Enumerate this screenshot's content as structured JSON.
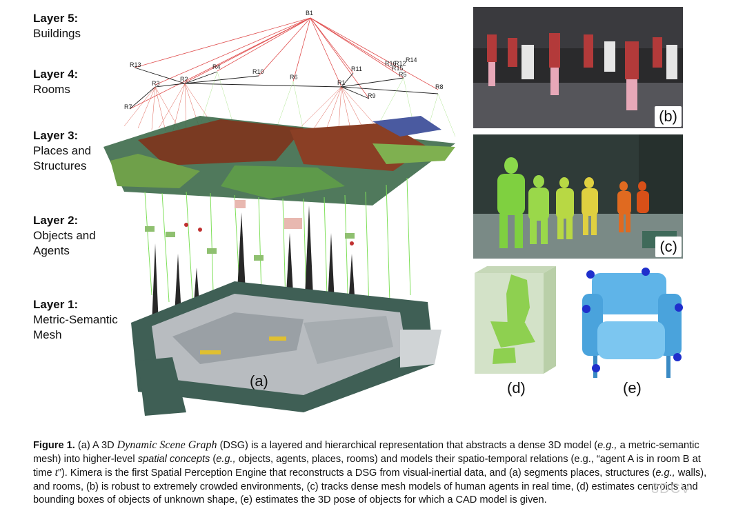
{
  "layers": [
    {
      "title": "Layer 5:",
      "subtitle": "Buildings"
    },
    {
      "title": "Layer 4:",
      "subtitle": "Rooms"
    },
    {
      "title": "Layer 3:",
      "subtitle": "Places and\nStructures"
    },
    {
      "title": "Layer 2:",
      "subtitle": "Objects and\nAgents"
    },
    {
      "title": "Layer 1:",
      "subtitle": "Metric-Semantic\nMesh"
    }
  ],
  "graph": {
    "building_node": "B1",
    "room_nodes": [
      "R13",
      "R3",
      "R2",
      "R4",
      "R10",
      "R6",
      "R1",
      "R11",
      "R16",
      "R12",
      "R14",
      "R15",
      "R5",
      "R9",
      "R8",
      "R7"
    ]
  },
  "panels": {
    "a": "(a)",
    "b": "(b)",
    "c": "(c)",
    "d": "(d)",
    "e": "(e)"
  },
  "caption": {
    "title": "Figure 1.",
    "p1": " (a) A 3D ",
    "dsg": "Dynamic Scene Graph",
    "p2": " (DSG) is a layered and hierarchical representation that abstracts a dense 3D model (",
    "eg1": "e.g.,",
    "p3": " a metric-semantic mesh) into higher-level ",
    "spatial": "spatial concepts",
    "p4": " (",
    "eg2": "e.g.,",
    "p5": " objects, agents, places, rooms) and models their spatio-temporal relations (e.g., “agent A is in room B at time ",
    "t": "t",
    "p6": "”). Kimera is the first Spatial Perception Engine that reconstructs a DSG from visual-inertial data, and (a) segments places, structures (",
    "eg3": "e.g.,",
    "p7": " walls), and rooms, (b) is robust to extremely crowded environments, (c) tracks dense mesh models of human agents in real time, (d) estimates centroids and bounding boxes of objects of unknown shape, (e) estimates the 3D pose of objects for which a CAD model is given."
  },
  "watermark": "3DCV",
  "colors": {
    "building_edges": "#e05050",
    "room_edges_red": "#d63a2a",
    "green_edges": "#7fe05a",
    "mesh_dark": "#3f5f55",
    "places_brown": "#7a3a22"
  }
}
